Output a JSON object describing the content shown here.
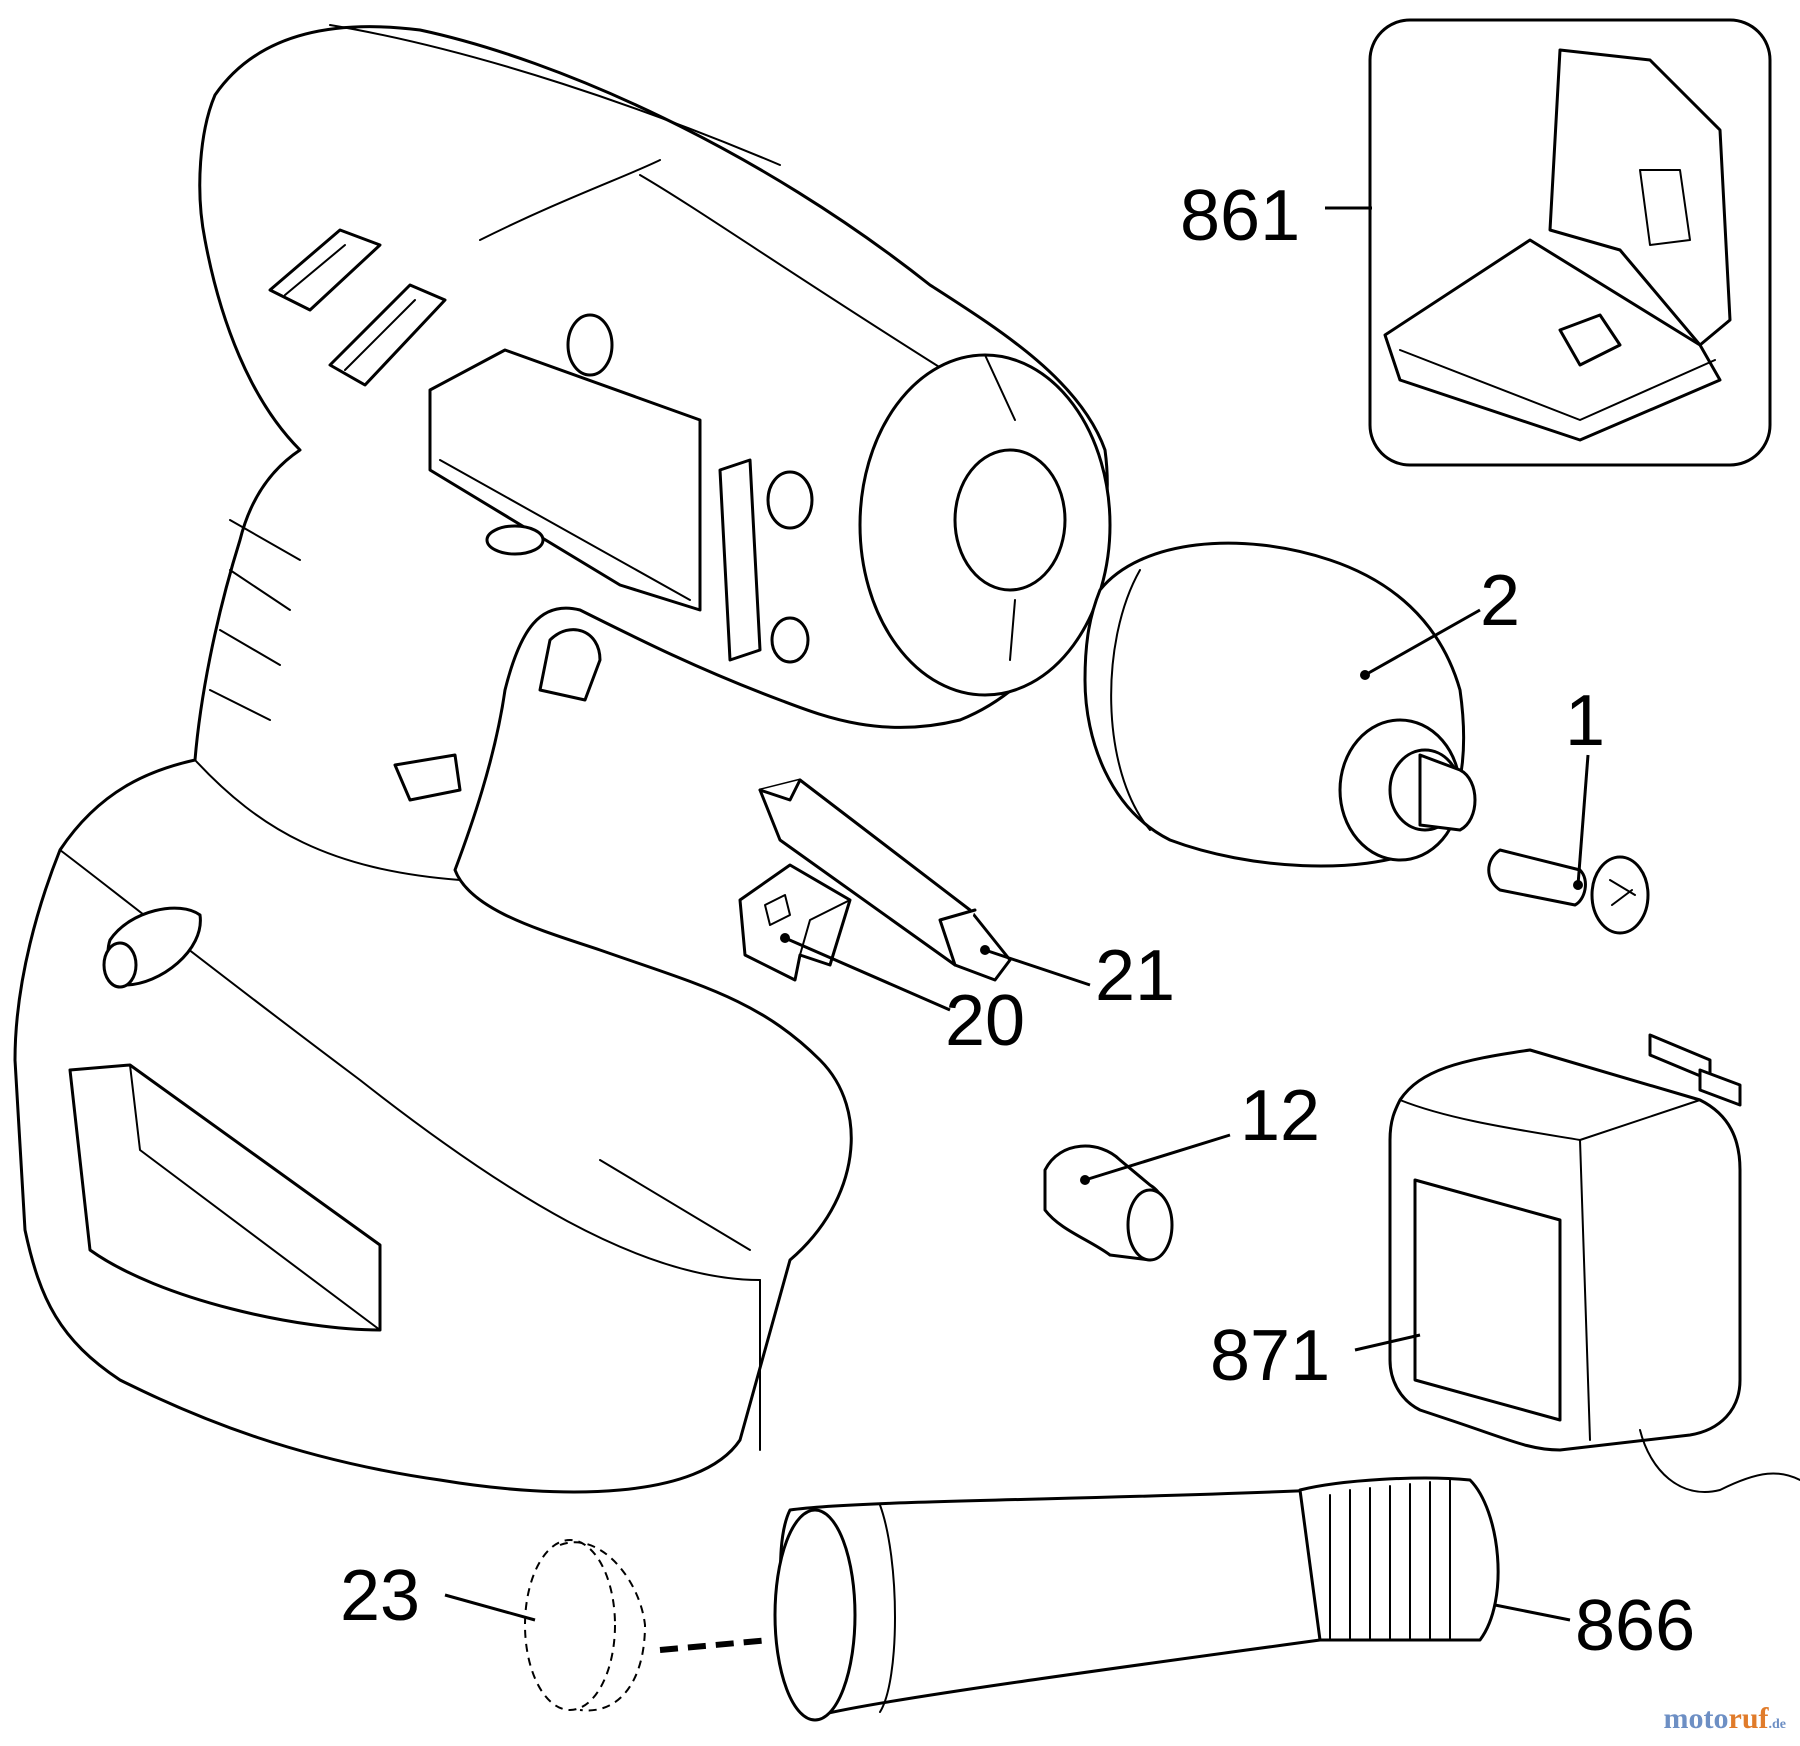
{
  "callouts": [
    {
      "id": "861",
      "label": "861"
    },
    {
      "id": "2",
      "label": "2"
    },
    {
      "id": "1",
      "label": "1"
    },
    {
      "id": "21",
      "label": "21"
    },
    {
      "id": "20",
      "label": "20"
    },
    {
      "id": "12",
      "label": "12"
    },
    {
      "id": "871",
      "label": "871"
    },
    {
      "id": "23",
      "label": "23"
    },
    {
      "id": "866",
      "label": "866"
    }
  ],
  "watermark": {
    "part1": "moto",
    "part2": "ruf",
    "part3": ".de"
  }
}
